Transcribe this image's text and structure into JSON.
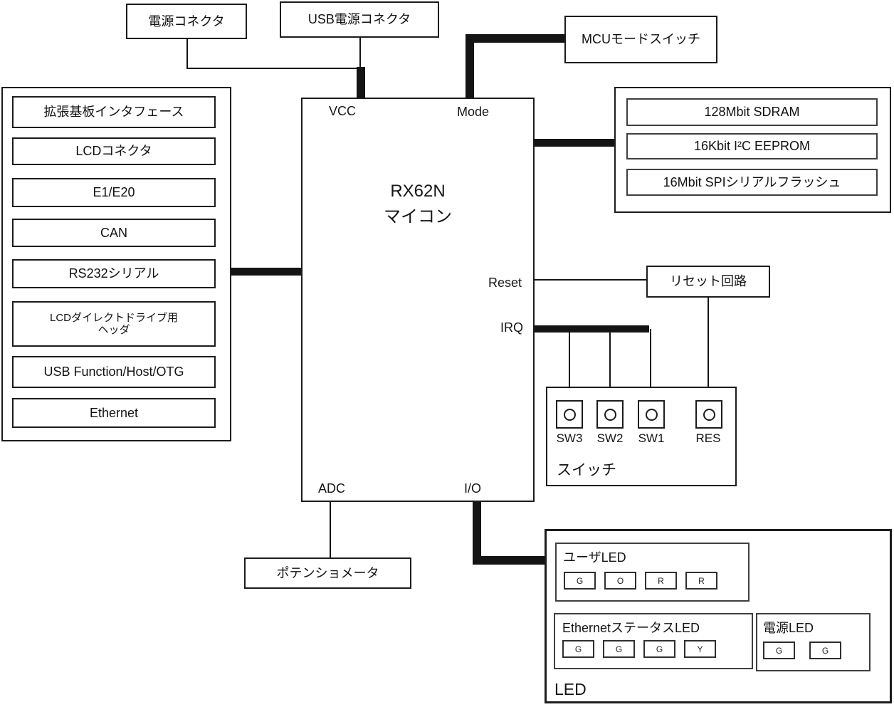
{
  "top_row": {
    "power_connector": "電源コネクタ",
    "usb_power_connector": "USB電源コネクタ",
    "mcu_mode_switch": "MCUモードスイッチ"
  },
  "mcu": {
    "name_line1": "RX62N",
    "name_line2": "マイコン",
    "pins": {
      "vcc": "VCC",
      "mode": "Mode",
      "reset": "Reset",
      "irq": "IRQ",
      "adc": "ADC",
      "io": "I/O"
    }
  },
  "left_panel": {
    "items": [
      {
        "label": "拡張基板インタフェース"
      },
      {
        "label": "LCDコネクタ"
      },
      {
        "label": "E1/E20"
      },
      {
        "label": "CAN"
      },
      {
        "label": "RS232シリアル"
      },
      {
        "label": "LCDダイレクトドライブ用\nヘッダ"
      },
      {
        "label": "USB Function/Host/OTG"
      },
      {
        "label": "Ethernet"
      }
    ]
  },
  "memory_panel": {
    "items": [
      {
        "label": "128Mbit SDRAM"
      },
      {
        "label": "16Kbit I²C EEPROM"
      },
      {
        "label": "16Mbit SPIシリアルフラッシュ"
      }
    ]
  },
  "reset_circuit": {
    "label": "リセット回路"
  },
  "switch_panel": {
    "label": "スイッチ",
    "switches": [
      {
        "label": "SW3"
      },
      {
        "label": "SW2"
      },
      {
        "label": "SW1"
      },
      {
        "label": "RES"
      }
    ]
  },
  "potentiometer": {
    "label": "ポテンショメータ"
  },
  "led_panel": {
    "label": "LED",
    "groups": [
      {
        "label": "ユーザLED",
        "lamps": [
          "G",
          "O",
          "R",
          "R"
        ]
      },
      {
        "label": "EthernetステータスLED",
        "lamps": [
          "G",
          "G",
          "G",
          "Y"
        ]
      },
      {
        "label": "電源LED",
        "lamps": [
          "G",
          "G"
        ]
      }
    ]
  },
  "colors": {
    "line": "#141414",
    "background": "#ffffff",
    "border": "#1c1c1c"
  }
}
